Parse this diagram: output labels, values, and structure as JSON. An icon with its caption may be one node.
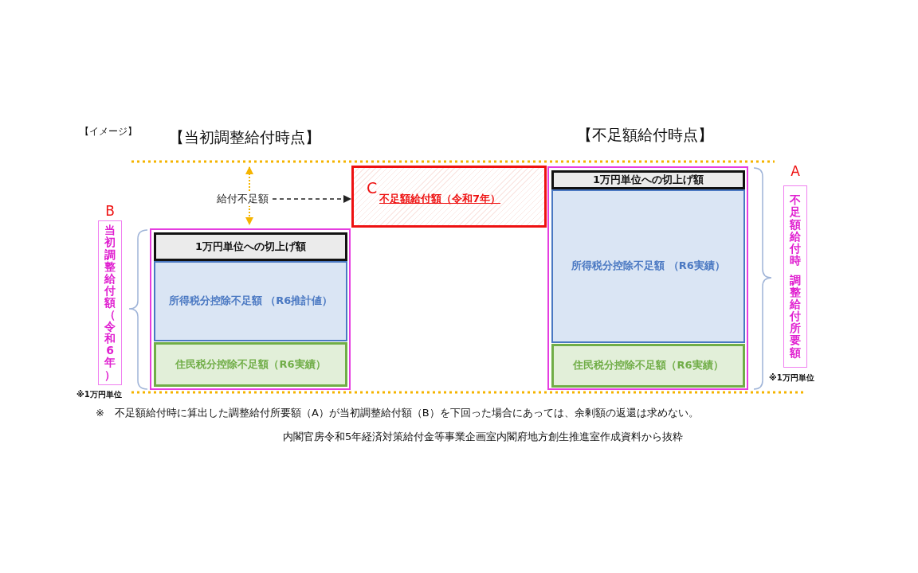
{
  "diagram": {
    "nodes": [
      {
        "text": [],
        "shape": "box"
      },
      {
        "text": [
          "1万円単位への切上げ額"
        ],
        "in": 0
      },
      {
        "text": [
          "所得税分控除不足額 （R6推計値）"
        ],
        "in": 0
      },
      {
        "text": [
          "住民税分控除不足額（R6実績）"
        ],
        "in": 0
      },
      {
        "text": [
          "C",
          "不足額給付額（令和7年）"
        ]
      },
      {
        "text": [],
        "shape": "box"
      },
      {
        "text": [
          "1万円単位への切上げ額"
        ],
        "in": 5
      },
      {
        "text": [
          "所得税分控除不足額 （R6実績）"
        ],
        "in": 5
      },
      {
        "text": [
          "住民税分控除不足額（R6実績）"
        ],
        "in": 5
      },
      {
        "text": [
          "B",
          "当初調整給付額（令和6年）"
        ]
      },
      {
        "text": [
          "A",
          "不足額給付時",
          "調整給付所要額"
        ]
      },
      {
        "text": [
          "給付不足額"
        ]
      }
    ],
    "edges": [
      {
        "from": 11,
        "to": 4,
        "arrow": "to",
        "style": "dashed"
      }
    ],
    "labels": [
      "【イメージ】",
      "【当初調整給付時点】",
      "【不足額給付時点】",
      "※1万円単位",
      "※1万円単位",
      "※　不足額給付時に算出した調整給付所要額（A）が当初調整給付額（B）を下回った場合にあっては、余剰額の返還は求めない。",
      "内閣官房令和5年経済対策給付金等事業企画室内閣府地方創生推進室作成資料から抜粋"
    ]
  }
}
